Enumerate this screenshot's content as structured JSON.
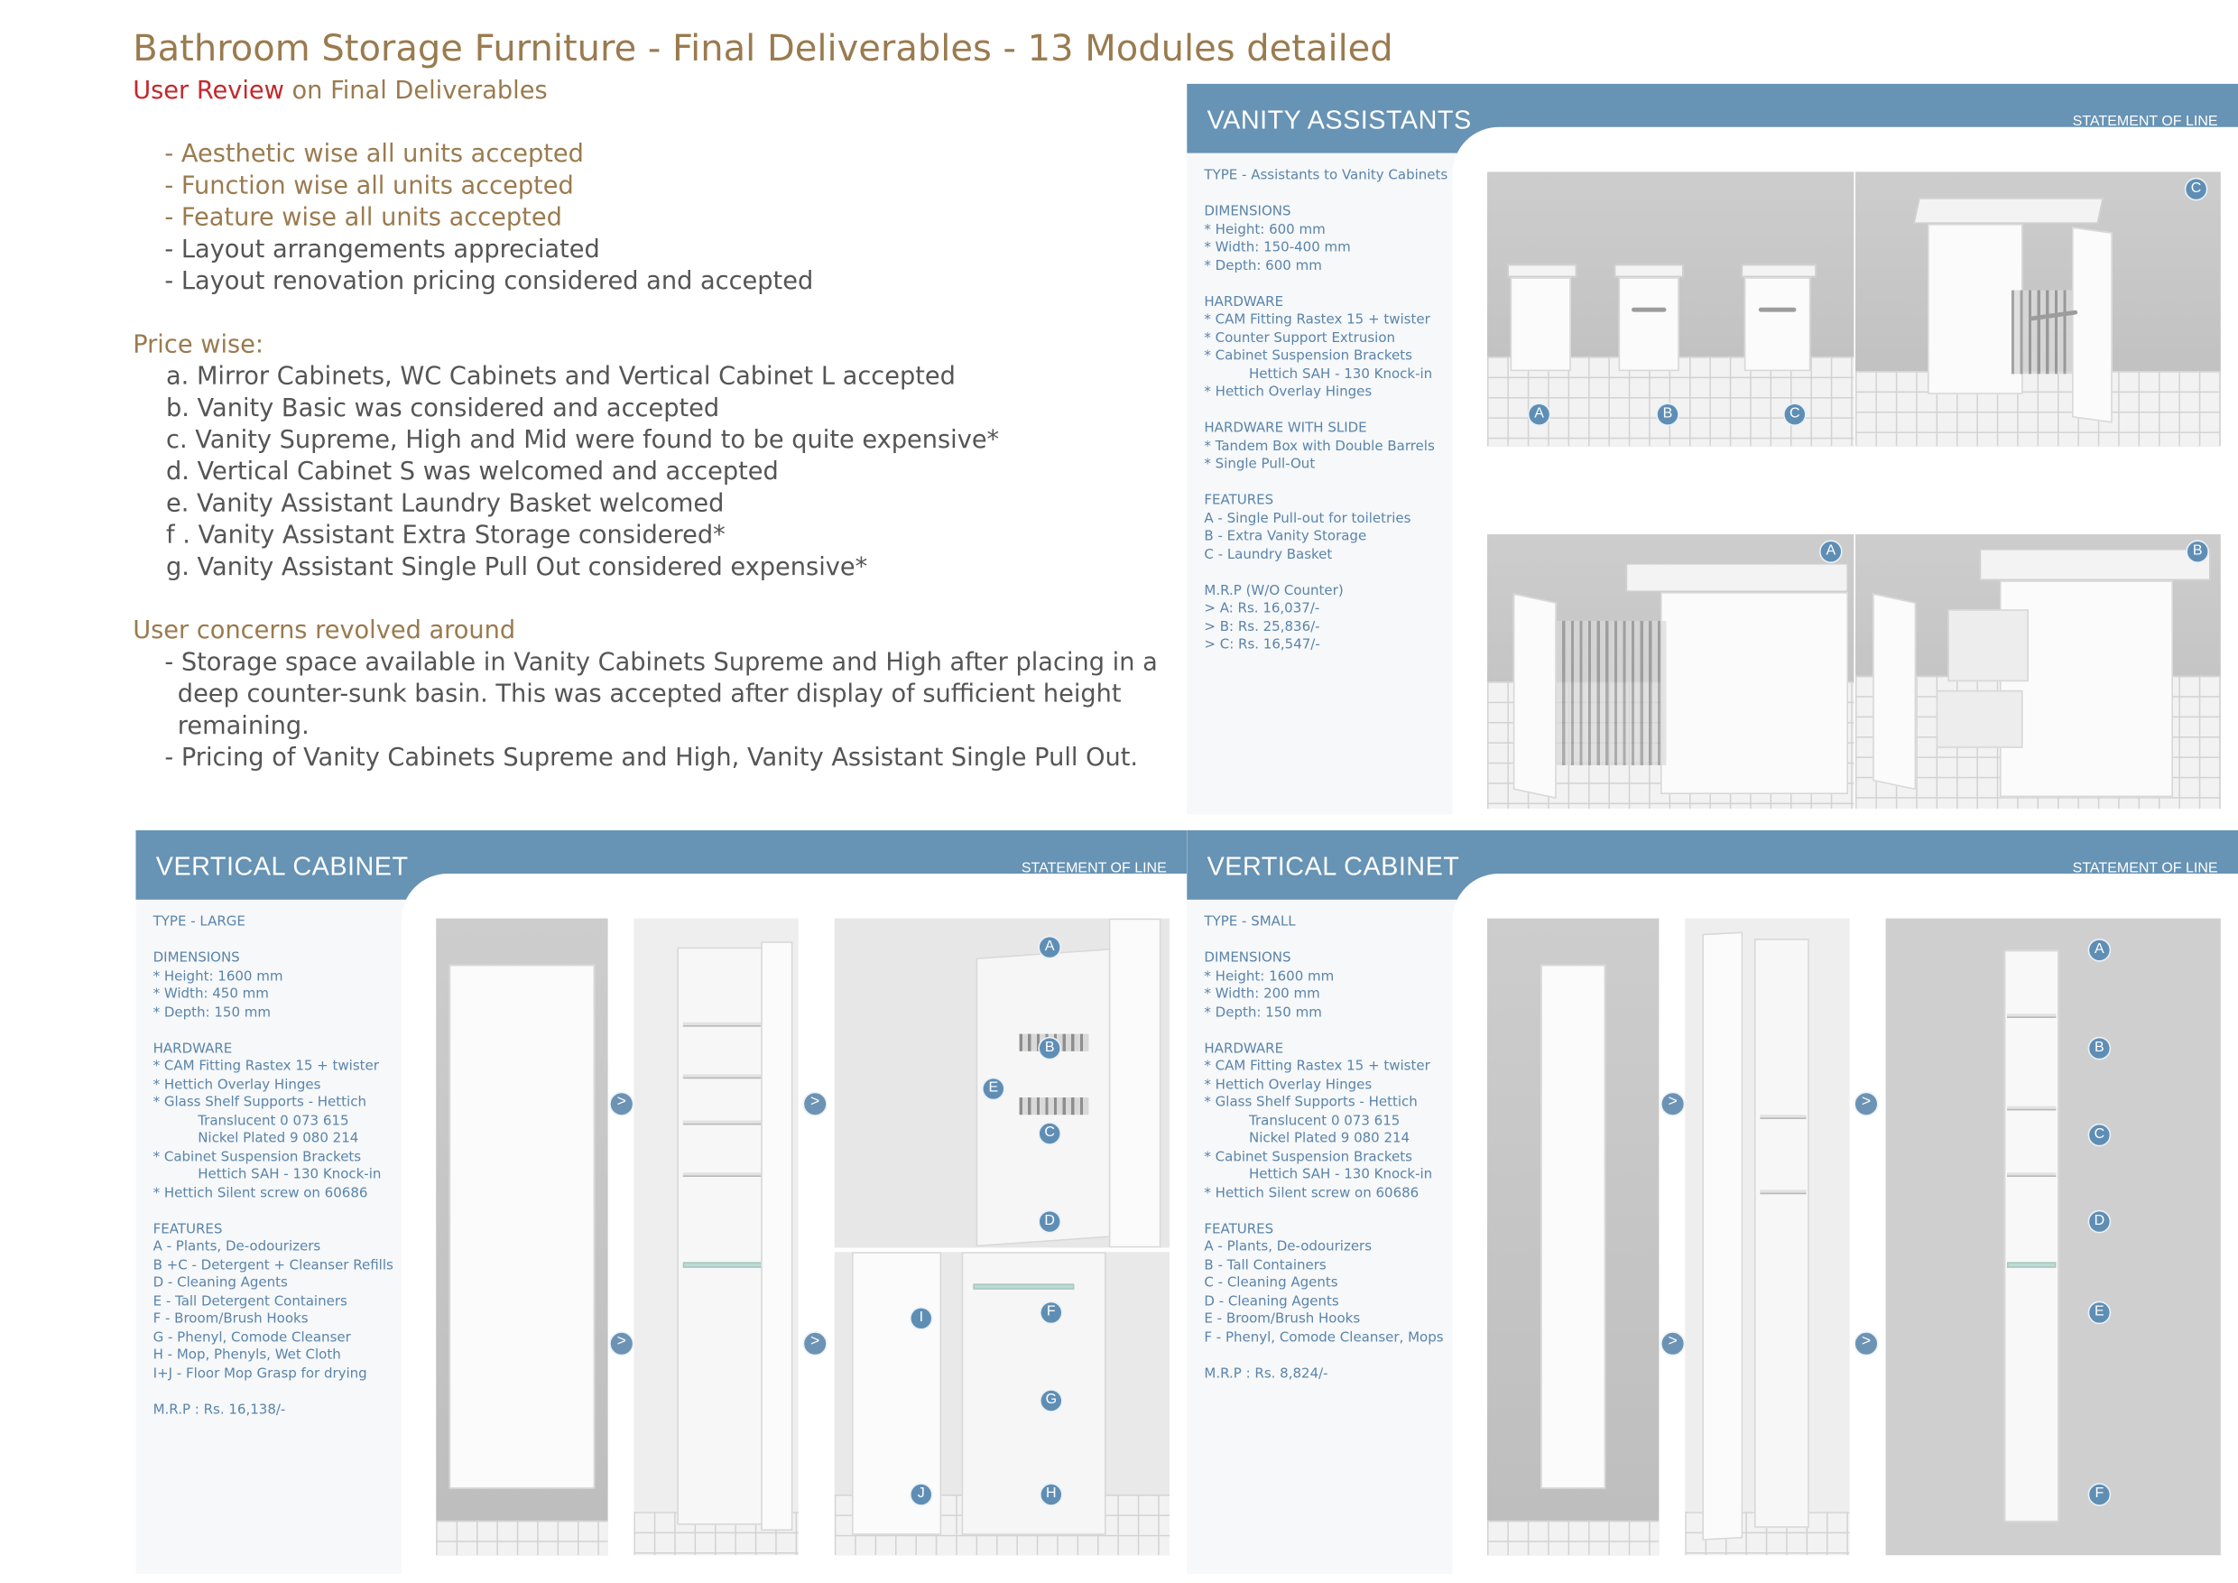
{
  "review": {
    "title": "Bathroom Storage Furniture - Final Deliverables - 13 Modules detailed",
    "subtitle_highlight": "User Review",
    "subtitle_rest": " on Final Deliverables",
    "acceptance": [
      "Aesthetic wise all units accepted",
      "Function wise all units accepted",
      "Feature wise all units accepted",
      "Layout arrangements appreciated",
      "Layout renovation pricing considered and accepted"
    ],
    "price_heading": "Price wise:",
    "price_items": [
      "a. Mirror Cabinets, WC Cabinets and Vertical Cabinet L accepted",
      "b. Vanity Basic was considered and accepted",
      "c. Vanity Supreme, High and Mid were found to be quite expensive*",
      "d. Vertical Cabinet S was welcomed and accepted",
      "e. Vanity Assistant Laundry Basket welcomed",
      "f . Vanity Assistant Extra Storage considered*",
      "g. Vanity Assistant Single Pull Out considered expensive*"
    ],
    "concerns_heading": "User concerns revolved around",
    "concerns": [
      "Storage space available in Vanity Cabinets Supreme and High after placing in a deep counter-sunk basin. This was accepted after  display of sufficient height remaining.",
      "Pricing of Vanity Cabinets Supreme and High, Vanity Assistant Single Pull Out."
    ]
  },
  "panels": {
    "vanity": {
      "title": "VANITY ASSISTANTS",
      "tagline": "STATEMENT OF LINE",
      "specs": [
        "TYPE  - Assistants to Vanity Cabinets",
        "",
        "DIMENSIONS",
        "* Height: 600 mm",
        "* Width:  150-400 mm",
        "* Depth:  600 mm",
        "",
        "HARDWARE",
        "* CAM Fitting Rastex 15 + twister",
        "* Counter Support Extrusion",
        "* Cabinet Suspension Brackets",
        "Hettich SAH - 130 Knock-in",
        "* Hettich Overlay Hinges",
        "",
        "HARDWARE  WITH SLIDE",
        "* Tandem Box with Double Barrels",
        "* Single Pull-Out",
        "",
        "FEATURES",
        "A - Single Pull-out for toiletries",
        "B -  Extra Vanity Storage",
        "C - Laundry Basket",
        "",
        "M.R.P (W/O Counter)",
        ">  A:     Rs. 16,037/-",
        ">  B:     Rs. 25,836/-",
        ">  C:     Rs. 16,547/-"
      ],
      "labels": {
        "a": "A",
        "b": "B",
        "c": "C"
      }
    },
    "vlarge": {
      "title": "VERTICAL CABINET",
      "tagline": "STATEMENT OF LINE",
      "specs": [
        "TYPE  - LARGE",
        "",
        "DIMENSIONS",
        "* Height: 1600 mm",
        "* Width:  450 mm",
        "* Depth:  150 mm",
        "",
        "HARDWARE",
        "* CAM Fitting Rastex 15 + twister",
        "* Hettich Overlay Hinges",
        "* Glass Shelf Supports - Hettich",
        "Translucent     0 073 615",
        "Nickel Plated   9 080 214",
        "* Cabinet Suspension Brackets",
        "Hettich SAH - 130 Knock-in",
        "* Hettich Silent screw on 60686",
        "",
        "FEATURES",
        "A - Plants, De-odourizers",
        "B +C - Detergent + Cleanser Refills",
        "D - Cleaning Agents",
        "E  - Tall Detergent Containers",
        "F  - Broom/Brush Hooks",
        "G - Phenyl, Comode Cleanser",
        "H - Mop, Phenyls, Wet Cloth",
        "I+J - Floor Mop Grasp for drying",
        "",
        "M.R.P : Rs. 16,138/-"
      ],
      "labels": {
        "a": "A",
        "b": "B",
        "c": "C",
        "d": "D",
        "e": "E",
        "f": "F",
        "g": "G",
        "h": "H",
        "i": "I",
        "j": "J"
      },
      "arrow": ">"
    },
    "vsmall": {
      "title": "VERTICAL CABINET",
      "tagline": "STATEMENT OF LINE",
      "specs": [
        "TYPE  - SMALL",
        "",
        "DIMENSIONS",
        "* Height: 1600 mm",
        "* Width:  200 mm",
        "* Depth:  150 mm",
        "",
        "HARDWARE",
        "* CAM Fitting Rastex 15 + twister",
        "* Hettich Overlay Hinges",
        "* Glass Shelf Supports - Hettich",
        "Translucent     0 073 615",
        "Nickel Plated   9 080 214",
        "* Cabinet Suspension Brackets",
        "Hettich SAH - 130 Knock-in",
        "* Hettich Silent screw on 60686",
        "",
        "FEATURES",
        "A - Plants, De-odourizers",
        "B - Tall Containers",
        "C - Cleaning Agents",
        "D - Cleaning Agents",
        "E  - Broom/Brush Hooks",
        "F - Phenyl, Comode Cleanser, Mops",
        "",
        "M.R.P : Rs. 8,824/-"
      ],
      "labels": {
        "a": "A",
        "b": "B",
        "c": "C",
        "d": "D",
        "e": "E",
        "f": "F"
      },
      "arrow": ">"
    }
  }
}
